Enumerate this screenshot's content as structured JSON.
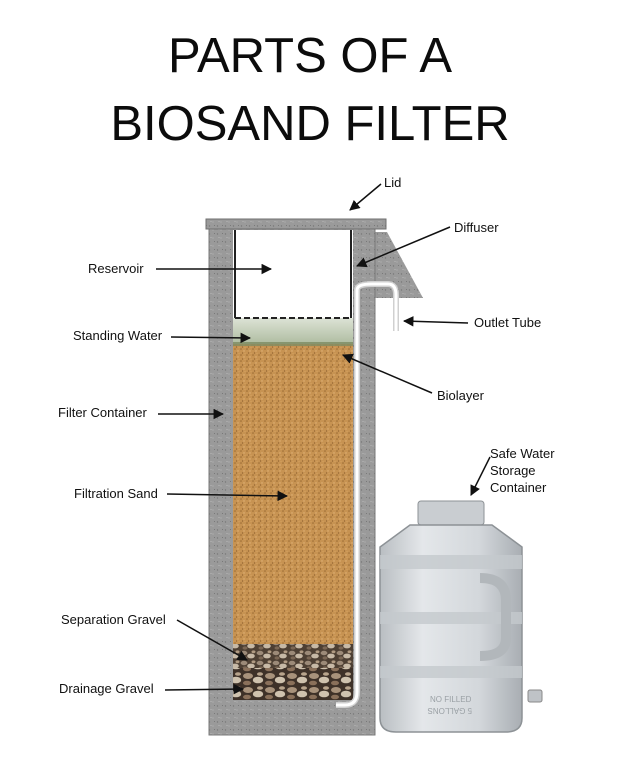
{
  "title": {
    "line1": "PARTS OF A",
    "line2": "BIOSAND FILTER"
  },
  "labels": {
    "lid": "Lid",
    "diffuser": "Diffuser",
    "reservoir": "Reservoir",
    "outlet_tube": "Outlet Tube",
    "standing_water": "Standing Water",
    "biolayer": "Biolayer",
    "filter_container": "Filter Container",
    "safe_water_line1": "Safe Water",
    "safe_water_line2": "Storage",
    "safe_water_line3": "Container",
    "filtration_sand": "Filtration Sand",
    "separation_gravel": "Separation Gravel",
    "drainage_gravel": "Drainage Gravel"
  },
  "bottle_embossing": {
    "line1": "NO FILLED",
    "line2": "5 GALLONS"
  },
  "colors": {
    "concrete": "#9b9b9b",
    "sand": "#c79352",
    "standing_water": "#c3cfb8",
    "bottle": "#d8dcdf"
  }
}
